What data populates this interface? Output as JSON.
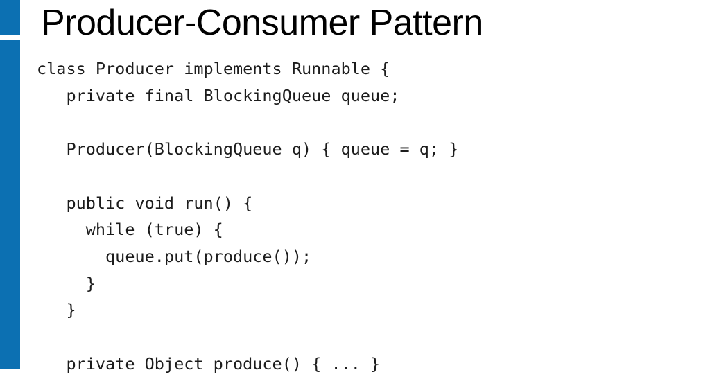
{
  "slide": {
    "title": "Producer-Consumer Pattern",
    "code_lines": [
      "class Producer implements Runnable {",
      "   private final BlockingQueue queue;",
      "",
      "   Producer(BlockingQueue q) { queue = q; }",
      "",
      "   public void run() {",
      "     while (true) {",
      "       queue.put(produce());",
      "     }",
      "   }",
      "",
      "   private Object produce() { ... }"
    ]
  },
  "theme": {
    "accent_color": "#0C70B2",
    "background_color": "#FFFFFF",
    "title_color": "#000000",
    "code_color": "#1C1C1C"
  }
}
